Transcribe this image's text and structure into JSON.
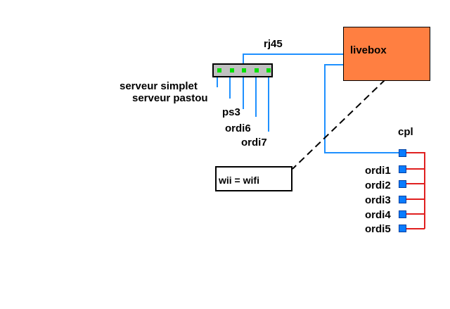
{
  "nodes": {
    "livebox": "livebox",
    "wii": "wii = wifi",
    "rj45": "rj45",
    "cpl": "cpl"
  },
  "switch_devices": [
    "serveur simplet",
    "serveur pastou",
    "ps3",
    "ordi6",
    "ordi7"
  ],
  "cpl_devices": [
    "ordi1",
    "ordi2",
    "ordi3",
    "ordi4",
    "ordi5"
  ],
  "colors": {
    "livebox_fill": "#ff7f41",
    "ethernet_link": "#1e90ff",
    "cpl_link": "#e02020",
    "wifi_link": "#000000",
    "switch_body": "#c0c0c0",
    "switch_port": "#00e000",
    "cpl_adapter": "#0a7cff"
  }
}
